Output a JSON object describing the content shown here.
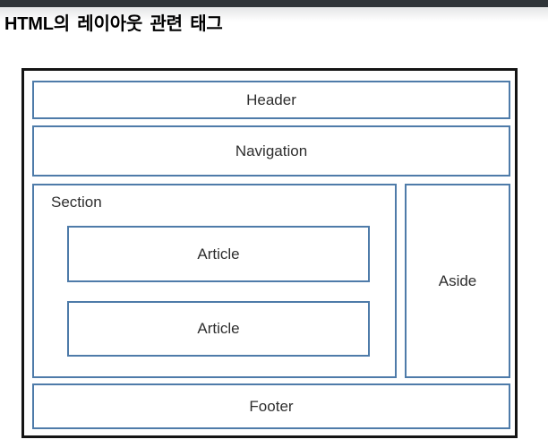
{
  "slide": {
    "title": "HTML의 레이아웃 관련 태그"
  },
  "colors": {
    "top_bar": "#2f3438",
    "outer_border": "#141414",
    "box_border": "#4e7ba9",
    "label_text": "#2e2e2e",
    "title_text": "#000000"
  },
  "diagram": {
    "header_label": "Header",
    "navigation_label": "Navigation",
    "section_label": "Section",
    "article_labels": [
      "Article",
      "Article"
    ],
    "aside_label": "Aside",
    "footer_label": "Footer"
  }
}
